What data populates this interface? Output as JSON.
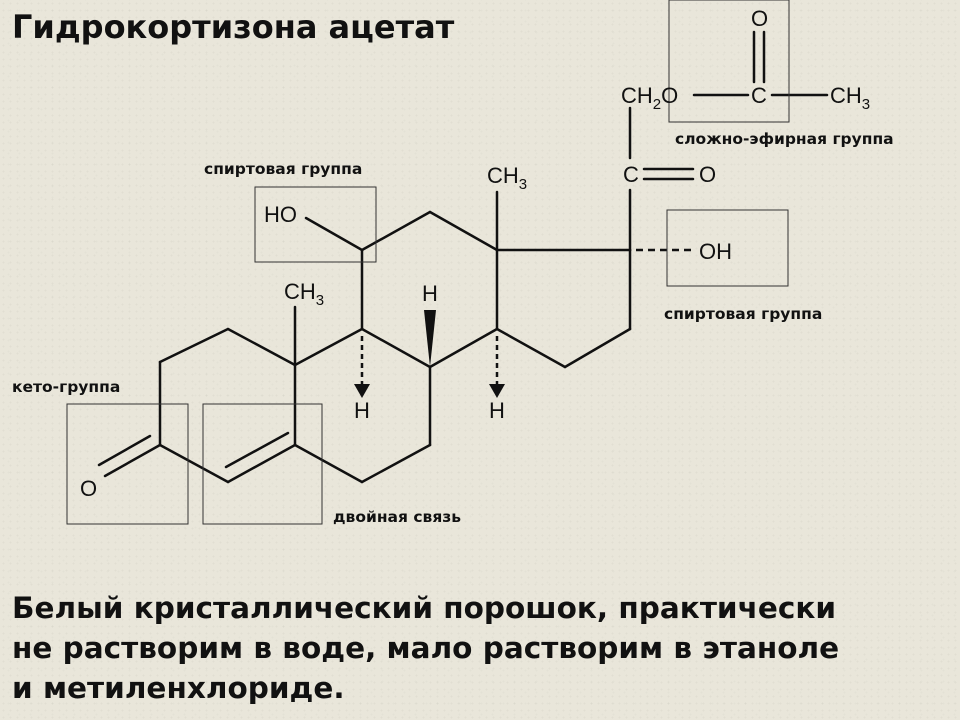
{
  "title": "Гидрокортизона ацетат",
  "atoms": {
    "o_top": "O",
    "ch2": "CH",
    "ch2_sub": "2",
    "o_ester": "O",
    "c_ester": "C",
    "ch3_ester": "CH",
    "ch3_ester_sub": "3",
    "c_ketone": "C",
    "o_ketone": "O",
    "oh": "OH",
    "ho": "HO",
    "ch3_c13": "CH",
    "ch3_c13_sub": "3",
    "ch3_c10": "CH",
    "ch3_c10_sub": "3",
    "h_c8": "H",
    "h_c9": "H",
    "h_c14": "H",
    "o_c3": "O"
  },
  "labels": {
    "ester_group": "сложно-эфирная группа",
    "alcohol_group_left": "спиртовая группа",
    "alcohol_group_right": "спиртовая группа",
    "keto_group": "кето-группа",
    "double_bond": "двойная связь"
  },
  "description": [
    "Белый кристаллический порошок, практически",
    "не растворим в воде, мало растворим в этаноле",
    "и метиленхлориде."
  ]
}
